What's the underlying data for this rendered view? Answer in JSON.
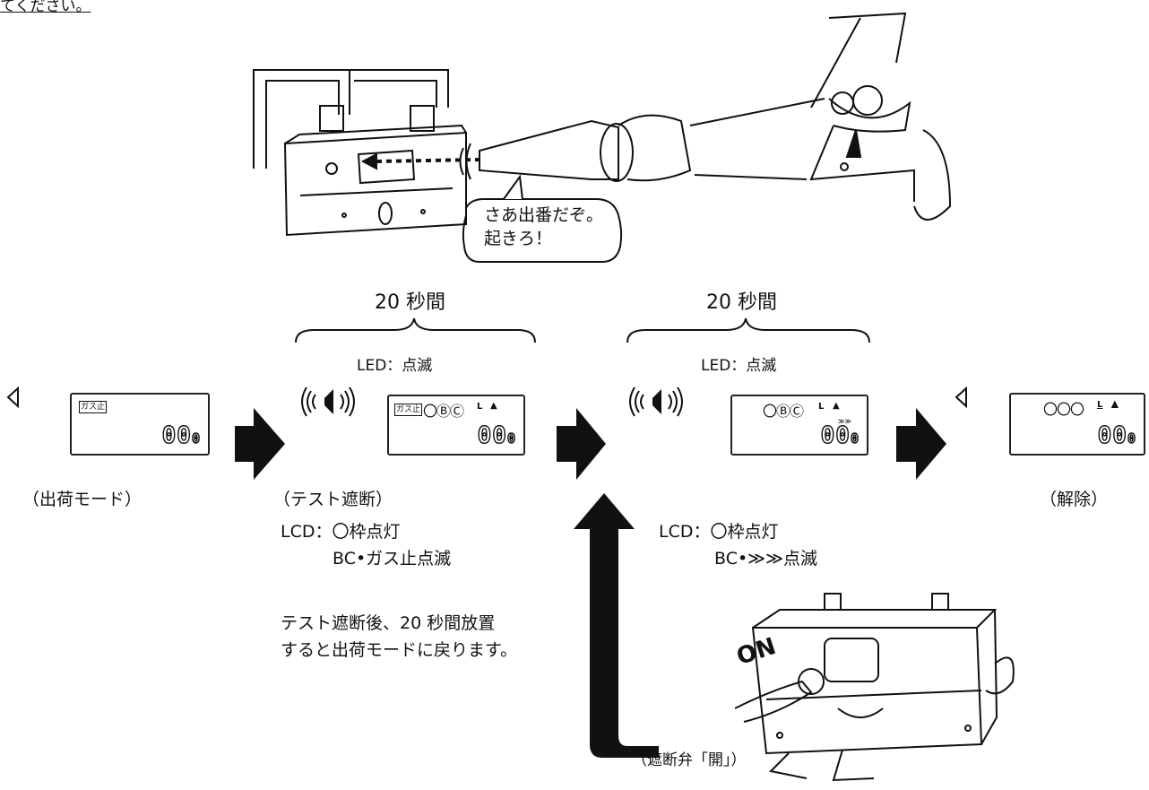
{
  "top_text": "てください。",
  "speech_bubble": {
    "line1": "さあ出番だぞ。",
    "line2": "起きろ！"
  },
  "durations": [
    "20 秒間",
    "20 秒間"
  ],
  "led_labels": [
    "LED：点滅",
    "LED：点滅"
  ],
  "states": {
    "shipping": "（出荷モード）",
    "test_cutoff": "（テスト遮断）",
    "release": "（解除）",
    "valve_open": "（遮断弁「開」）"
  },
  "lcd_notes": {
    "left": {
      "line1": "LCD：〇枠点灯",
      "line2": "BC•ガス止点滅"
    },
    "right": {
      "line1": "LCD：〇枠点灯",
      "line2": "BC•≫≫点滅"
    }
  },
  "return_note": {
    "line1": "テスト遮断後、20 秒間放置",
    "line2": "すると出荷モードに戻ります。"
  },
  "on_label": "ON",
  "lcd_panels": [
    {
      "gas": "ガス止",
      "digits": "00",
      "unit": "0"
    },
    {
      "gas": "ガス止",
      "circles": "〇ⒷⒸ",
      "l": "L",
      "digits": "00",
      "unit": "0"
    },
    {
      "circles": "〇ⒷⒸ",
      "l": "L",
      "digits": "00",
      "unit": "0"
    },
    {
      "circles": "〇〇〇",
      "l": "L",
      "digits": "00",
      "unit": "0"
    }
  ],
  "arrow_color": "#111111"
}
